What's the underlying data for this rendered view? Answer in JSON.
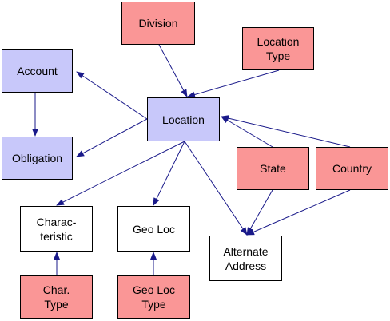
{
  "palette": {
    "core": "#c8c8fa",
    "lookup": "#fa9696",
    "detail": "#ffffff",
    "stroke": "#000000",
    "edge": "#1a1a8a"
  },
  "nodes": {
    "division": {
      "label": "Division",
      "kind": "lookup"
    },
    "location_type": {
      "label": "Location\nType",
      "kind": "lookup"
    },
    "account": {
      "label": "Account",
      "kind": "core"
    },
    "location": {
      "label": "Location",
      "kind": "core"
    },
    "obligation": {
      "label": "Obligation",
      "kind": "core"
    },
    "state": {
      "label": "State",
      "kind": "lookup"
    },
    "country": {
      "label": "Country",
      "kind": "lookup"
    },
    "characteristic": {
      "label": "Charac-\nteristic",
      "kind": "detail"
    },
    "geo_loc": {
      "label": "Geo Loc",
      "kind": "detail"
    },
    "alternate_address": {
      "label": "Alternate\nAddress",
      "kind": "detail"
    },
    "char_type": {
      "label": "Char.\nType",
      "kind": "lookup"
    },
    "geo_loc_type": {
      "label": "Geo Loc\nType",
      "kind": "lookup"
    }
  },
  "edges": [
    {
      "from": "division",
      "to": "location"
    },
    {
      "from": "location_type",
      "to": "location"
    },
    {
      "from": "location",
      "to": "account"
    },
    {
      "from": "location",
      "to": "obligation"
    },
    {
      "from": "account",
      "to": "obligation"
    },
    {
      "from": "state",
      "to": "location"
    },
    {
      "from": "country",
      "to": "location"
    },
    {
      "from": "location",
      "to": "characteristic"
    },
    {
      "from": "location",
      "to": "geo_loc"
    },
    {
      "from": "location",
      "to": "alternate_address"
    },
    {
      "from": "state",
      "to": "alternate_address"
    },
    {
      "from": "country",
      "to": "alternate_address"
    },
    {
      "from": "char_type",
      "to": "characteristic"
    },
    {
      "from": "geo_loc_type",
      "to": "geo_loc"
    }
  ]
}
